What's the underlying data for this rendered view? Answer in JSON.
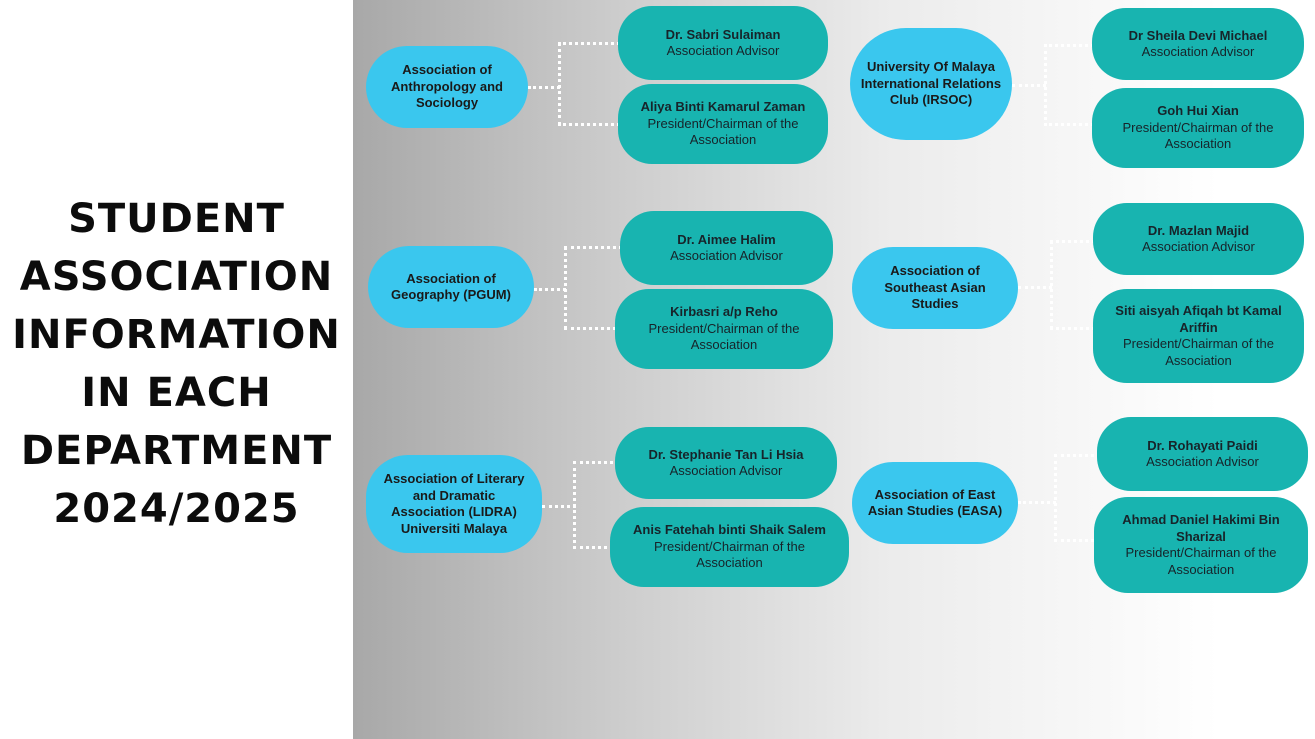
{
  "title_lines": [
    "STUDENT",
    "ASSOCIATION",
    "INFORMATION",
    "IN EACH",
    "DEPARTMENT",
    "2024/2025"
  ],
  "colors": {
    "association": "#3ac7ee",
    "person": "#18b4b0",
    "connector": "#ffffff"
  },
  "groups": [
    {
      "association": "Association of Anthropology and Sociology",
      "advisor": {
        "name": "Dr. Sabri Sulaiman",
        "role": "Association Advisor"
      },
      "president": {
        "name": "Aliya Binti Kamarul Zaman",
        "role": "President/Chairman of the Association"
      }
    },
    {
      "association": "Association of Geography (PGUM)",
      "advisor": {
        "name": "Dr. Aimee Halim",
        "role": "Association Advisor"
      },
      "president": {
        "name": "Kirbasri a/p Reho",
        "role": "President/Chairman of the Association"
      }
    },
    {
      "association": "Association of Literary and Dramatic Association (LIDRA) Universiti Malaya",
      "advisor": {
        "name": "Dr. Stephanie Tan Li Hsia",
        "role": "Association Advisor"
      },
      "president": {
        "name": "Anis Fatehah binti Shaik Salem",
        "role": "President/Chairman of the Association"
      }
    },
    {
      "association": "University Of Malaya International Relations Club (IRSOC)",
      "advisor": {
        "name": "Dr Sheila Devi Michael",
        "role": "Association Advisor"
      },
      "president": {
        "name": "Goh Hui Xian",
        "role": "President/Chairman of the Association"
      }
    },
    {
      "association": "Association of Southeast Asian Studies",
      "advisor": {
        "name": "Dr. Mazlan Majid",
        "role": "Association Advisor"
      },
      "president": {
        "name": "Siti aisyah Afiqah bt Kamal Ariffin",
        "role": "President/Chairman of the Association"
      }
    },
    {
      "association": "Association of East Asian Studies (EASA)",
      "advisor": {
        "name": "Dr. Rohayati Paidi",
        "role": "Association Advisor"
      },
      "president": {
        "name": "Ahmad Daniel Hakimi Bin Sharizal",
        "role": "President/Chairman of the Association"
      }
    }
  ]
}
